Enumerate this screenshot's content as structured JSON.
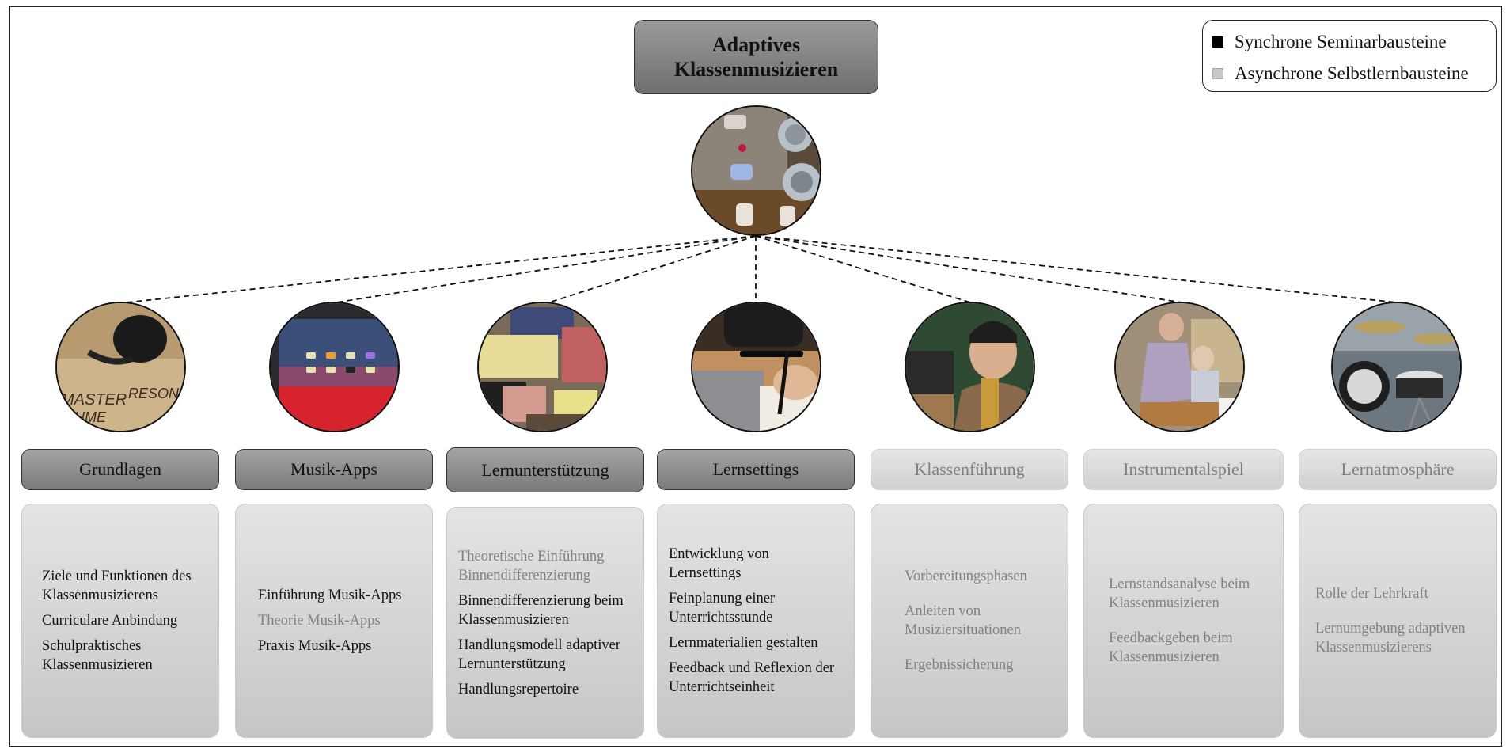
{
  "title": {
    "line1": "Adaptives",
    "line2": "Klassenmusizieren"
  },
  "legend": {
    "sync_label": "Synchrone Seminarbausteine",
    "async_label": "Asynchrone Selbstlernbausteine",
    "sync_color": "#000000",
    "async_color": "#c8c8c8"
  },
  "modules": [
    {
      "name": "Grundlagen",
      "type": "sync",
      "photo": "master-volume-knob",
      "items": [
        {
          "text": "Ziele und Funktionen des Klassenmusizierens",
          "type": "sync"
        },
        {
          "text": "Curriculare Anbindung",
          "type": "sync"
        },
        {
          "text": "Schulpraktisches Klassenmusizieren",
          "type": "sync"
        }
      ]
    },
    {
      "name": "Musik-Apps",
      "type": "sync",
      "photo": "tablet-apps",
      "items": [
        {
          "text": "Einführung Musik-Apps",
          "type": "sync"
        },
        {
          "text": "Theorie Musik-Apps",
          "type": "async"
        },
        {
          "text": "Praxis Musik-Apps",
          "type": "sync"
        }
      ]
    },
    {
      "name": "Lernunterstützung",
      "type": "sync",
      "photo": "building-blocks",
      "items": [
        {
          "text": "Theoretische Einführung Binnendifferenzierung",
          "type": "async"
        },
        {
          "text": "Binnendifferenzierung beim Klassenmusizieren",
          "type": "sync"
        },
        {
          "text": "Handlungsmodell adaptiver Lernunterstützung",
          "type": "sync"
        },
        {
          "text": "Handlungsrepertoire",
          "type": "sync"
        }
      ]
    },
    {
      "name": "Lernsettings",
      "type": "sync",
      "photo": "writing-at-laptop",
      "items": [
        {
          "text": "Entwicklung von Lernsettings",
          "type": "sync"
        },
        {
          "text": "Feinplanung einer Unterrichtsstunde",
          "type": "sync"
        },
        {
          "text": "Lernmaterialien gestalten",
          "type": "sync"
        },
        {
          "text": "Feedback und Reflexion der Unterrichtseinheit",
          "type": "sync"
        }
      ]
    },
    {
      "name": "Klassenführung",
      "type": "async",
      "photo": "teacher-portrait",
      "items": [
        {
          "text": "Vorbereitungsphasen",
          "type": "async"
        },
        {
          "text": "Anleiten von Musiziersituationen",
          "type": "async"
        },
        {
          "text": "Ergebnissicherung",
          "type": "async"
        }
      ]
    },
    {
      "name": "Instrumentalspiel",
      "type": "async",
      "photo": "xylophone-lesson",
      "items": [
        {
          "text": "Lernstandsanalyse beim Klassenmusizieren",
          "type": "async"
        },
        {
          "text": "Feedbackgeben beim Klassenmusizieren",
          "type": "async"
        }
      ]
    },
    {
      "name": "Lernatmosphäre",
      "type": "async",
      "photo": "drum-set",
      "items": [
        {
          "text": "Rolle der Lehrkraft",
          "type": "async"
        },
        {
          "text": "Lernumgebung adaptiven Klassenmusizierens",
          "type": "async"
        }
      ]
    }
  ]
}
